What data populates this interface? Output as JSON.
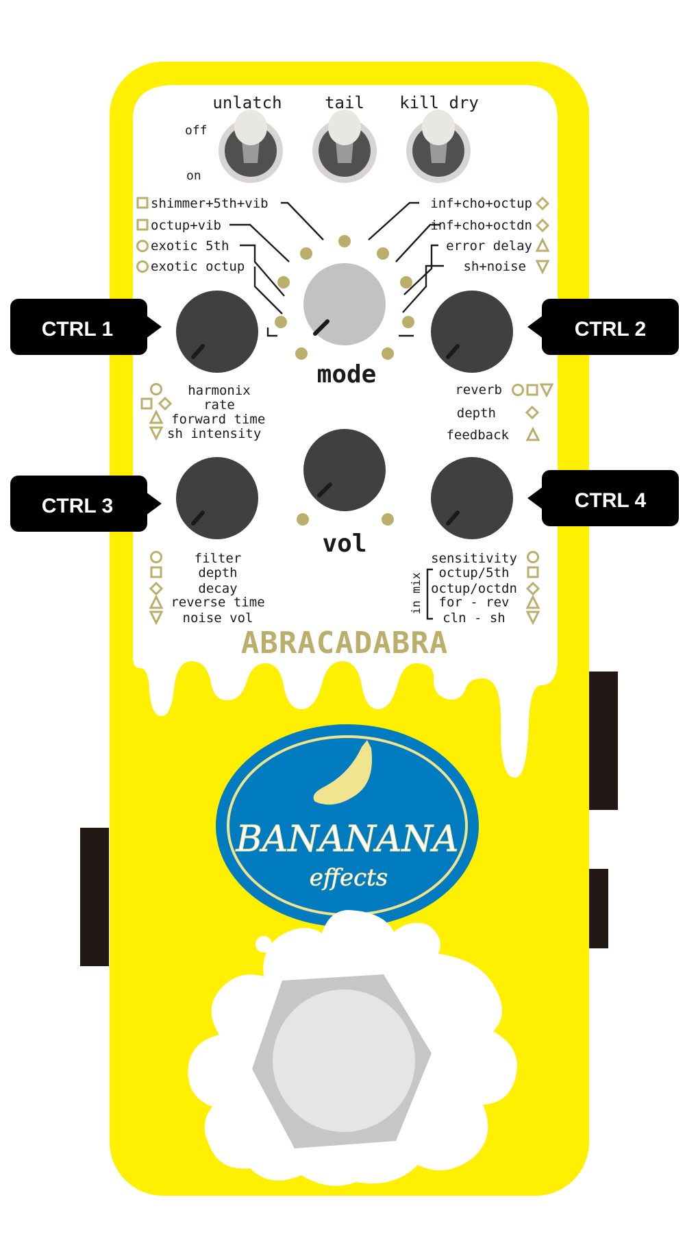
{
  "colors": {
    "body": "#ffef00",
    "panel": "#ffffff",
    "accent": "#b9ae6c",
    "knob": "#404040",
    "ctrl_bg": "#000000",
    "logo_blue": "#007bbf",
    "logo_cream": "#f1e48f"
  },
  "toggles": {
    "unlatch": "unlatch",
    "tail": "tail",
    "kill_dry": "kill dry",
    "off": "off",
    "on": "on"
  },
  "mode_options_left": [
    {
      "label": "shimmer+5th+vib",
      "icon": "square-icon"
    },
    {
      "label": "octup+vib",
      "icon": "square-icon"
    },
    {
      "label": "exotic 5th",
      "icon": "circle-icon"
    },
    {
      "label": "exotic octup",
      "icon": "circle-icon"
    }
  ],
  "mode_options_right": [
    {
      "label": "inf+cho+octup",
      "icon": "diamond-icon"
    },
    {
      "label": "inf+cho+octdn",
      "icon": "diamond-icon"
    },
    {
      "label": "error delay",
      "icon": "triangle-up-icon"
    },
    {
      "label": "sh+noise",
      "icon": "triangle-down-icon"
    }
  ],
  "knobs": {
    "mode": "mode",
    "vol": "vol"
  },
  "ctrl_labels": {
    "ctrl1": "CTRL 1",
    "ctrl2": "CTRL 2",
    "ctrl3": "CTRL 3",
    "ctrl4": "CTRL 4"
  },
  "ctrl1_params": [
    "harmonix",
    "rate",
    "forward time",
    "sh intensity"
  ],
  "ctrl2_params": [
    "reverb",
    "depth",
    "feedback"
  ],
  "ctrl3_params": [
    "filter",
    "depth",
    "decay",
    "reverse time",
    "noise vol"
  ],
  "ctrl4_params": [
    "sensitivity",
    "octup/5th",
    "octup/octdn",
    "for - rev",
    "cln - sh"
  ],
  "ctrl4_bracket_label": "in mix",
  "pedal_name": "ABRACADABRA",
  "brand": {
    "name": "BANANANA",
    "sub": "effects"
  }
}
